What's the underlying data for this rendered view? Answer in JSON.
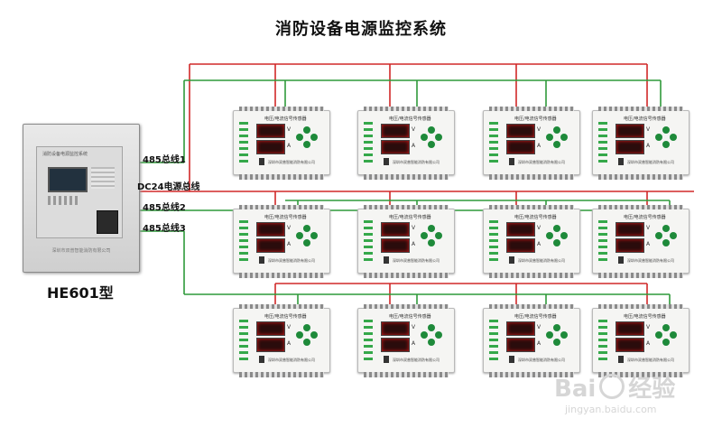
{
  "title": "消防设备电源监控系统",
  "controller": {
    "model_label": "HE601型",
    "screen_header": "消防设备电源监控系统",
    "vendor_text": "深圳市双普智能消防有限公司"
  },
  "bus_labels": {
    "bus1": "485总线1",
    "power": "DC24电源总线",
    "bus2": "485总线2",
    "bus3": "485总线3"
  },
  "sensor": {
    "header": "电压/电流信号传感器",
    "unit_v": "V",
    "unit_a": "A",
    "footer": "深圳市双普智能消防有限公司"
  },
  "watermark": {
    "brand_left": "Bai",
    "brand_right": "经验",
    "url": "jingyan.baidu.com"
  },
  "colors": {
    "power_wire": "#d02828",
    "bus_wire": "#2f9a3a",
    "display_led": "#d81818",
    "button_green": "#1e8a3a"
  }
}
